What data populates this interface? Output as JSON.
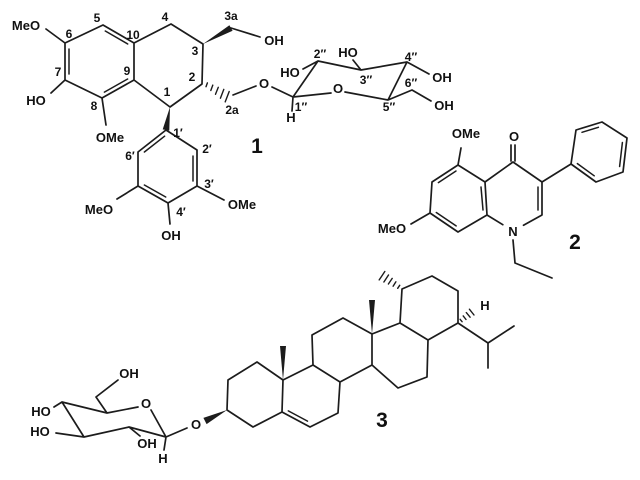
{
  "style": {
    "background": "#ffffff",
    "bond_color": "#1c1c1c",
    "label_color": "#111111"
  },
  "c1": {
    "number": "1",
    "core": {
      "meo6": "MeO",
      "n5": "5",
      "n4": "4",
      "n3a": "3a",
      "oh3a": "OH",
      "n6": "6",
      "n10": "10",
      "n3": "3",
      "n9": "9",
      "n2": "2",
      "n7": "7",
      "ho7": "HO",
      "n1": "1",
      "n8": "8",
      "n2a": "2a",
      "ome8": "OMe",
      "o_link": "O"
    },
    "aryl": {
      "n1p": "1′",
      "n2p": "2′",
      "n3p": "3′",
      "n4p": "4′",
      "n6p": "6′",
      "ome3p": "OMe",
      "meo5p": "MeO",
      "oh4p": "OH"
    },
    "sugar": {
      "n1s": "1″",
      "n2s": "2″",
      "n3s": "3″",
      "n4s": "4″",
      "n5s": "5″",
      "n6s": "6″",
      "ho2": "HO",
      "ho3": "HO",
      "oh4": "OH",
      "oh6": "OH",
      "o_ring": "O",
      "h1": "H"
    }
  },
  "c2": {
    "number": "2",
    "labels": {
      "ome5": "OMe",
      "o4": "O",
      "meo7": "MeO",
      "n1": "N"
    }
  },
  "c3": {
    "number": "3",
    "h_label": "H",
    "sugar": {
      "oh6": "OH",
      "ho4": "HO",
      "ho3": "HO",
      "oh2": "OH",
      "h1": "H",
      "o_ring": "O",
      "o_link": "O"
    }
  }
}
